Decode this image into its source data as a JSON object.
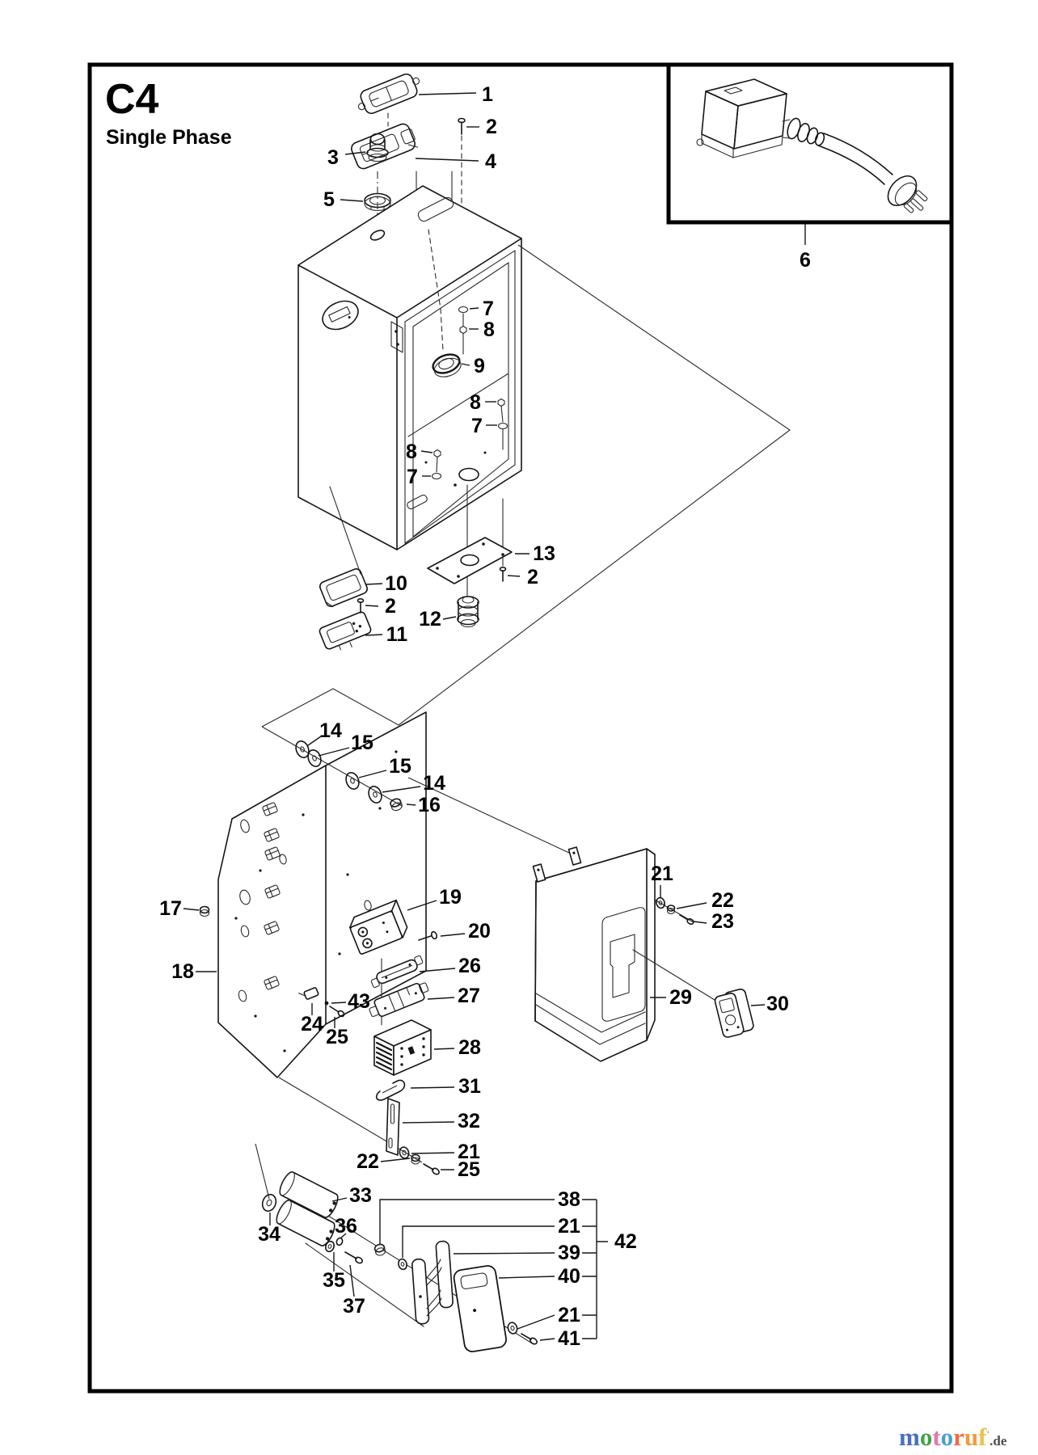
{
  "title": "C4",
  "subtitle": "Single Phase",
  "labels": [
    {
      "t": "1"
    },
    {
      "t": "2"
    },
    {
      "t": "4"
    },
    {
      "t": "3"
    },
    {
      "t": "5"
    },
    {
      "t": "6"
    },
    {
      "t": "7"
    },
    {
      "t": "8"
    },
    {
      "t": "9"
    },
    {
      "t": "8"
    },
    {
      "t": "7"
    },
    {
      "t": "8"
    },
    {
      "t": "7"
    },
    {
      "t": "13"
    },
    {
      "t": "2"
    },
    {
      "t": "10"
    },
    {
      "t": "2"
    },
    {
      "t": "11"
    },
    {
      "t": "12"
    },
    {
      "t": "14"
    },
    {
      "t": "15"
    },
    {
      "t": "15"
    },
    {
      "t": "14"
    },
    {
      "t": "16"
    },
    {
      "t": "17"
    },
    {
      "t": "18"
    },
    {
      "t": "19"
    },
    {
      "t": "20"
    },
    {
      "t": "26"
    },
    {
      "t": "27"
    },
    {
      "t": "43"
    },
    {
      "t": "24"
    },
    {
      "t": "25"
    },
    {
      "t": "28"
    },
    {
      "t": "31"
    },
    {
      "t": "32"
    },
    {
      "t": "21"
    },
    {
      "t": "22"
    },
    {
      "t": "25"
    },
    {
      "t": "21"
    },
    {
      "t": "22"
    },
    {
      "t": "23"
    },
    {
      "t": "29"
    },
    {
      "t": "30"
    },
    {
      "t": "33"
    },
    {
      "t": "34"
    },
    {
      "t": "36"
    },
    {
      "t": "35"
    },
    {
      "t": "37"
    },
    {
      "t": "38"
    },
    {
      "t": "21"
    },
    {
      "t": "39"
    },
    {
      "t": "40"
    },
    {
      "t": "21"
    },
    {
      "t": "41"
    },
    {
      "t": "42"
    }
  ],
  "watermark": {
    "letters": [
      {
        "ch": "m",
        "c": "#4a6fc0"
      },
      {
        "ch": "o",
        "c": "#44a248"
      },
      {
        "ch": "t",
        "c": "#e873ae"
      },
      {
        "ch": "o",
        "c": "#4a9fd0"
      },
      {
        "ch": "r",
        "c": "#ef6a45"
      },
      {
        "ch": "u",
        "c": "#f29a3f"
      },
      {
        "ch": "f",
        "c": "#edc04a"
      }
    ],
    "mark": "'",
    "suffix": ".de",
    "suffix_color": "#4d4d4d"
  }
}
